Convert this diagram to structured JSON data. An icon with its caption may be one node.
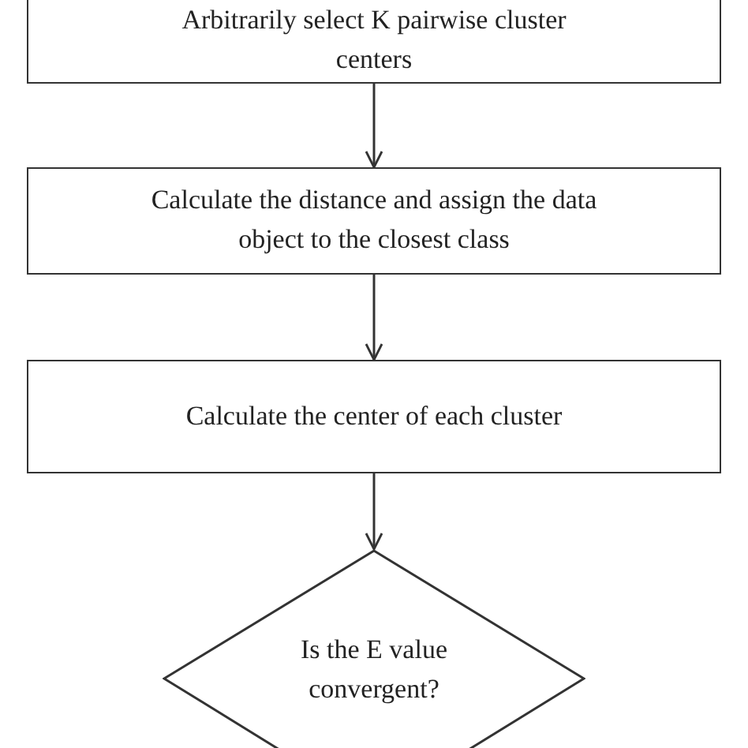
{
  "diagram": {
    "nodes": [
      {
        "text": [
          "Arbitrarily select K pairwise cluster centers"
        ]
      },
      {
        "text": [
          "Calculate the distance and assign the data object to the closest class"
        ]
      },
      {
        "text": [
          "Calculate the center of each cluster"
        ]
      },
      {
        "text": [
          "Is the E value convergent?"
        ]
      }
    ],
    "edges": [
      {
        "from": 0,
        "to": 1,
        "arrow": "to"
      },
      {
        "from": 1,
        "to": 2,
        "arrow": "to"
      },
      {
        "from": 2,
        "to": 3,
        "arrow": "to"
      }
    ]
  }
}
